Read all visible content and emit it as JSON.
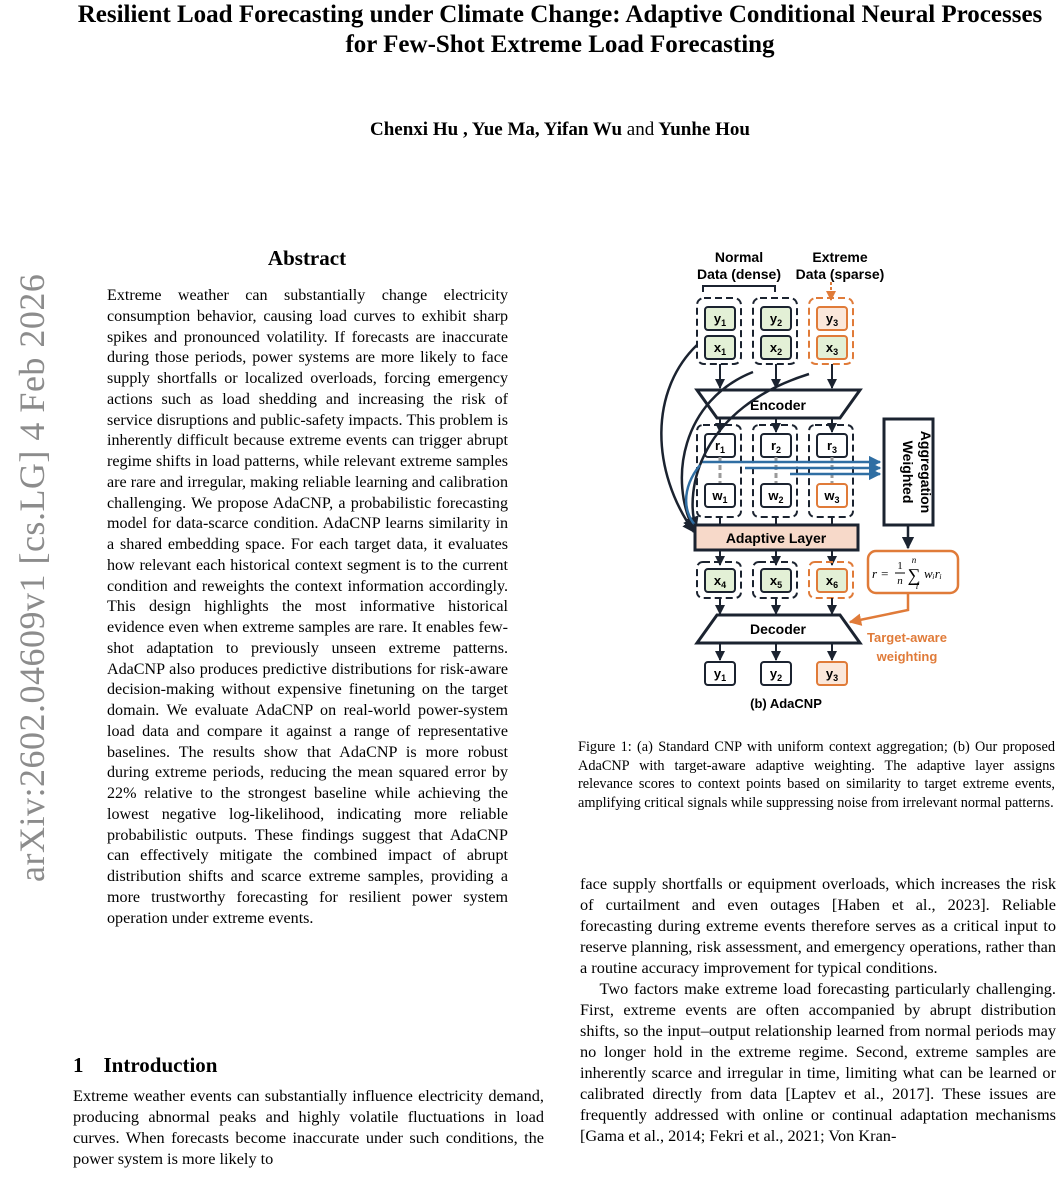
{
  "arxiv_stamp": "arXiv:2602.04609v1  [cs.LG]  4 Feb 2026",
  "title": "Resilient Load Forecasting under Climate Change: Adaptive Conditional Neural Processes for Few-Shot Extreme Load Forecasting",
  "authors": {
    "a1": "Chenxi Hu",
    "a2": "Yue Ma",
    "a3": "Yifan Wu",
    "and": "and",
    "a4": "Yunhe Hou"
  },
  "abstract": {
    "heading": "Abstract",
    "body": "Extreme weather can substantially change electricity consumption behavior, causing load curves to exhibit sharp spikes and pronounced volatility. If forecasts are inaccurate during those periods, power systems are more likely to face supply shortfalls or localized overloads, forcing emergency actions such as load shedding and increasing the risk of service disruptions and public-safety impacts. This problem is inherently difficult because extreme events can trigger abrupt regime shifts in load patterns, while relevant extreme samples are rare and irregular, making reliable learning and calibration challenging. We propose AdaCNP, a probabilistic forecasting model for data-scarce condition. AdaCNP learns similarity in a shared embedding space. For each target data, it evaluates how relevant each historical context segment is to the current condition and reweights the context information accordingly. This design highlights the most informative historical evidence even when extreme samples are rare. It enables few-shot adaptation to previously unseen extreme patterns. AdaCNP also produces predictive distributions for risk-aware decision-making without expensive finetuning on the target domain. We evaluate AdaCNP on real-world power-system load data and compare it against a range of representative baselines. The results show that AdaCNP is more robust during extreme periods, reducing the mean squared error by 22% relative to the strongest baseline while achieving the lowest negative log-likelihood, indicating more reliable probabilistic outputs. These findings suggest that AdaCNP can effectively mitigate the combined impact of abrupt distribution shifts and scarce extreme samples, providing a more trustworthy forecasting for resilient power system operation under extreme events."
  },
  "intro": {
    "number": "1",
    "heading": "Introduction",
    "body": "Extreme weather events can substantially influence electricity demand, producing abnormal peaks and highly volatile fluctuations in load curves. When forecasts become inaccurate under such conditions, the power system is more likely to"
  },
  "right_column": {
    "p1": "face supply shortfalls or equipment overloads, which increases the risk of curtailment and even outages [Haben et al., 2023]. Reliable forecasting during extreme events therefore serves as a critical input to reserve planning, risk assessment, and emergency operations, rather than a routine accuracy improvement for typical conditions.",
    "p2": "Two factors make extreme load forecasting particularly challenging. First, extreme events are often accompanied by abrupt distribution shifts, so the input–output relationship learned from normal periods may no longer hold in the extreme regime. Second, extreme samples are inherently scarce and irregular in time, limiting what can be learned or calibrated directly from data [Laptev et al., 2017]. These issues are frequently addressed with online or continual adaptation mechanisms [Gama et al., 2014; Fekri et al., 2021; Von Kran-"
  },
  "figure": {
    "normal_label_1": "Normal",
    "normal_label_2": "Data (dense)",
    "extreme_label_1": "Extreme",
    "extreme_label_2": "Data (sparse)",
    "encoder": "Encoder",
    "decoder": "Decoder",
    "adaptive_layer": "Adaptive Layer",
    "weighted_1": "Weighted",
    "weighted_2": "Aggregation",
    "target_aware_1": "Target-aware",
    "target_aware_2": "weighting",
    "formula_lhs": "r =",
    "formula_frac_num": "1",
    "formula_frac_den": "n",
    "formula_sum_top": "n",
    "formula_sum_bot": "i",
    "formula_terms": "wᵢrᵢ",
    "subcaption": "(b) AdaCNP",
    "colors": {
      "green": "#e3f0d6",
      "orange": "#e07b39",
      "adaptive_fill": "#f7d9c9",
      "blue": "#2f6ea3",
      "dark": "#1b2330"
    }
  },
  "figure_caption": "Figure 1: (a) Standard CNP with uniform context aggregation; (b) Our proposed AdaCNP with target-aware adaptive weighting. The adaptive layer assigns relevance scores to context points based on similarity to target extreme events, amplifying critical signals while suppressing noise from irrelevant normal patterns."
}
